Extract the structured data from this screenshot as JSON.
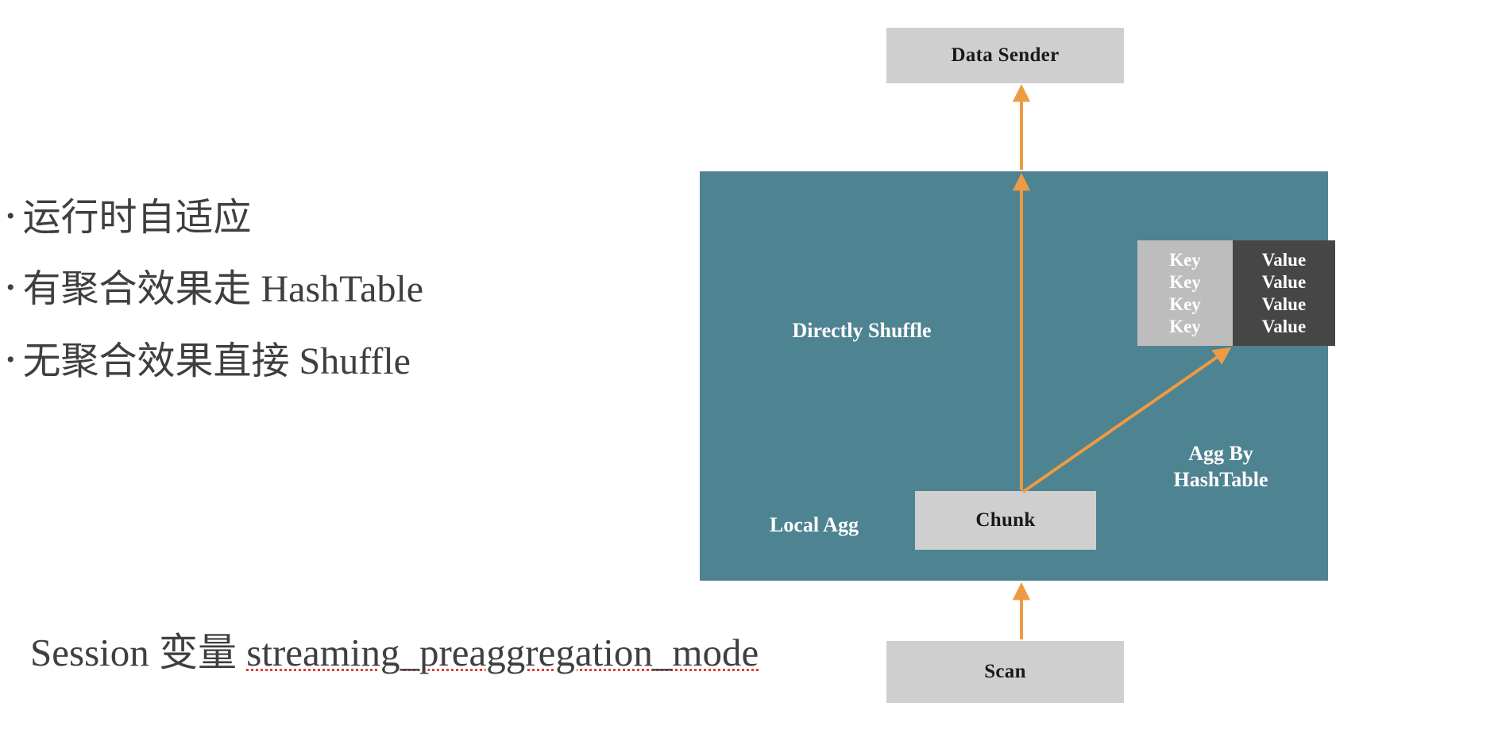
{
  "slide": {
    "background_color": "#ffffff",
    "text_color": "#3f3f3f"
  },
  "bullets": [
    {
      "dot": "•",
      "text": "运行时自适应"
    },
    {
      "dot": "•",
      "text": "有聚合效果走 HashTable"
    },
    {
      "dot": "•",
      "text": "无聚合效果直接 Shuffle"
    }
  ],
  "session_note": {
    "prefix": "Session 变量 ",
    "variable": "streaming_preaggregation_mode",
    "spellcheck_underline_color": "#e03c31"
  },
  "diagram": {
    "colors": {
      "teal_panel": "#4e8391",
      "gray_box": "#cfcfcf",
      "key_column": "#bdbdbd",
      "value_column": "#464646",
      "arrow": "#ed9b43",
      "box_text": "#1a1a1a",
      "panel_text": "#ffffff"
    },
    "boxes": {
      "data_sender": "Data Sender",
      "chunk": "Chunk",
      "scan": "Scan"
    },
    "panel_labels": {
      "directly_shuffle": "Directly Shuffle",
      "local_agg": "Local Agg",
      "agg_by_hashtable": "Agg By\nHashTable"
    },
    "hashtable": {
      "key_label": "Key",
      "value_label": "Value",
      "rows": [
        {
          "key": "Key",
          "value": "Value"
        },
        {
          "key": "Key",
          "value": "Value"
        },
        {
          "key": "Key",
          "value": "Value"
        },
        {
          "key": "Key",
          "value": "Value"
        }
      ]
    },
    "arrows": [
      {
        "name": "scan-to-panel",
        "direction": "up"
      },
      {
        "name": "chunk-to-panel-top",
        "direction": "up"
      },
      {
        "name": "panel-to-data-sender",
        "direction": "up"
      },
      {
        "name": "chunk-to-hashtable",
        "direction": "diagonal-up-right"
      }
    ]
  }
}
